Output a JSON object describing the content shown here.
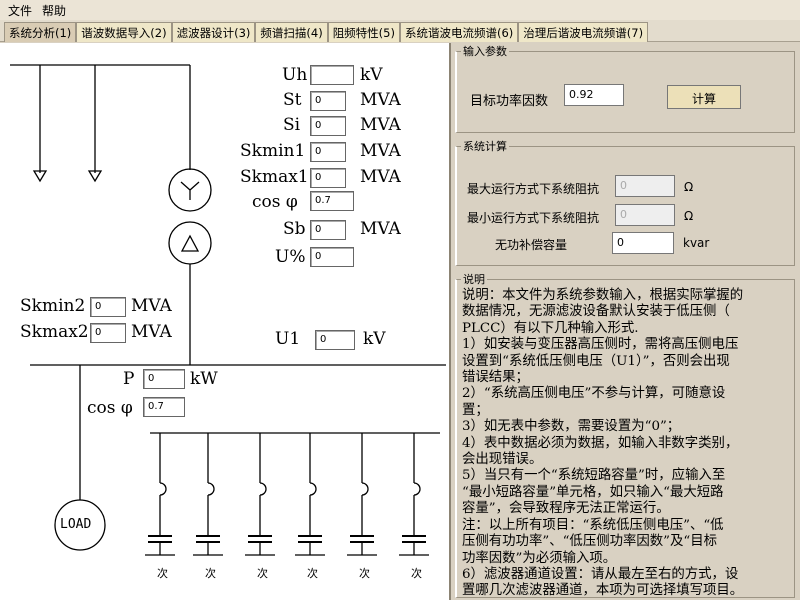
{
  "menu": [
    "文件",
    "帮助"
  ],
  "tabs": [
    "系统分析(1)",
    "谐波数据导入(2)",
    "滤波器设计(3)",
    "频谱扫描(4)",
    "阻频特性(5)",
    "系统谐波电流频谱(6)",
    "治理后谐波电流频谱(7)"
  ],
  "diagram": {
    "Uh": {
      "label": "Uh",
      "value": "",
      "unit": "kV"
    },
    "St": {
      "label": "St",
      "value": "0",
      "unit": "MVA"
    },
    "Si": {
      "label": "Si",
      "value": "0",
      "unit": "MVA"
    },
    "Skmin1": {
      "label": "Skmin1",
      "value": "0",
      "unit": "MVA"
    },
    "Skmax1": {
      "label": "Skmax1",
      "value": "0",
      "unit": "MVA"
    },
    "cos1": {
      "label": "cos φ",
      "value": "0.7"
    },
    "Sb": {
      "label": "Sb",
      "value": "0",
      "unit": "MVA"
    },
    "Upct": {
      "label": "U%",
      "value": "0"
    },
    "Skmin2": {
      "label": "Skmin2",
      "value": "0",
      "unit": "MVA"
    },
    "Skmax2": {
      "label": "Skmax2",
      "value": "0",
      "unit": "MVA"
    },
    "U1": {
      "label": "U1",
      "value": "0",
      "unit": "kV"
    },
    "P": {
      "label": "P",
      "value": "0",
      "unit": "kW"
    },
    "cos2": {
      "label": "cos φ",
      "value": "0.7"
    },
    "load": "LOAD",
    "filter_suffix": [
      "次",
      "次",
      "次",
      "次",
      "次",
      "次"
    ]
  },
  "input_group": {
    "title": "输入参数",
    "target_pf_label": "目标功率因数",
    "target_pf": "0.92",
    "calc_button": "计算"
  },
  "system_group": {
    "title": "系统计算",
    "rows": [
      {
        "label": "最大运行方式下系统阻抗",
        "value": "0",
        "unit": "Ω"
      },
      {
        "label": "最小运行方式下系统阻抗",
        "value": "0",
        "unit": "Ω"
      },
      {
        "label": "无功补偿容量",
        "value": "0",
        "unit": "kvar"
      }
    ]
  },
  "notes": {
    "title": "说明",
    "lines": [
      "说明：本文件为系统参数输入，根据实际掌握的",
      "数据情况，无源滤波设备默认安装于低压侧（",
      "PLCC）有以下几种输入形式.",
      "1）如安装与变压器高压侧时，需将高压侧电压",
      "设置到“系统低压侧电压（U1）”，否则会出现",
      "错误结果；",
      "2）“系统高压侧电压”不参与计算，可随意设",
      "置；",
      "3）如无表中参数，需要设置为“0”；",
      "4）表中数据必须为数据，如输入非数字类别，",
      "会出现错误。",
      "5）当只有一个“系统短路容量”时，应输入至",
      "“最小短路容量”单元格，如只输入“最大短路",
      "容量”，会导致程序无法正常运行。",
      "注：以上所有项目：“系统低压侧电压”、“低",
      "压侧有功功率”、“低压侧功率因数”及“目标",
      "功率因数”为必须输入项。",
      "6）滤波器通道设置：请从最左至右的方式，设",
      "置哪几次滤波器通道，本项为可选择填写项目。"
    ]
  }
}
